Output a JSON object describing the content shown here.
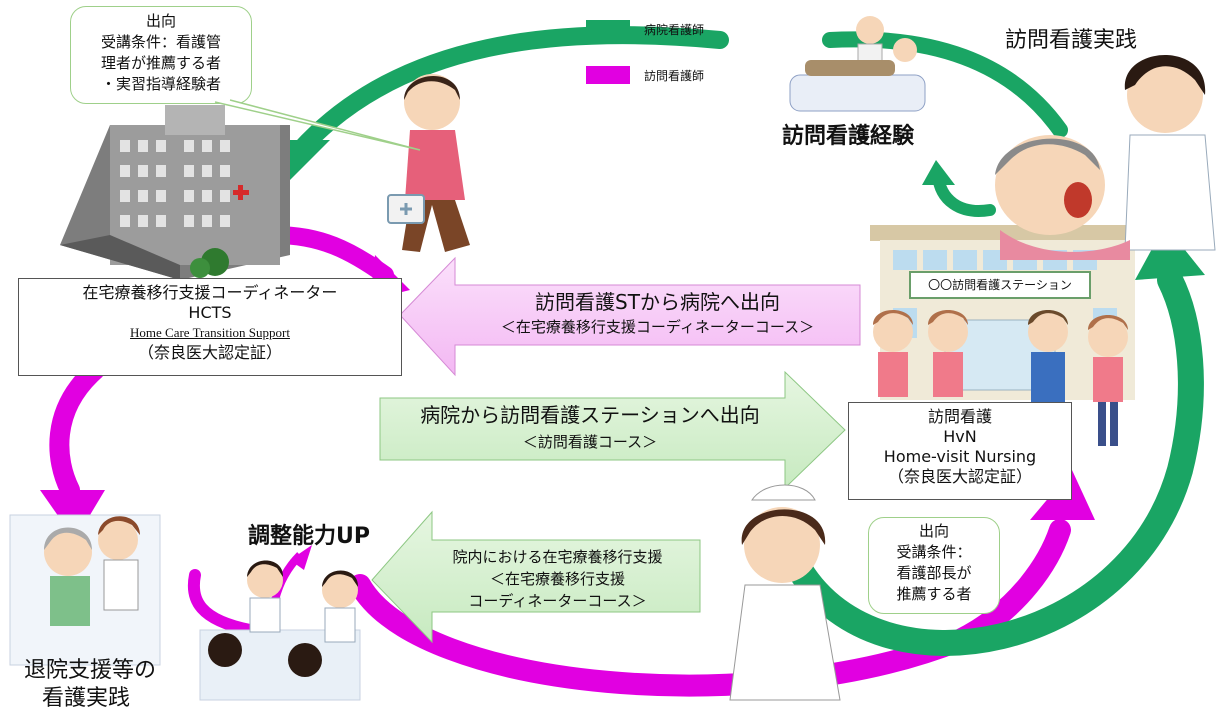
{
  "legend": {
    "hospital_nurse": {
      "label": "病院看護師",
      "color": "#1aa564"
    },
    "visiting_nurse": {
      "label": "訪問看護師",
      "color": "#e100e1"
    }
  },
  "top_bubble": {
    "line1": "出向",
    "line2": "受講条件：看護管",
    "line3": "理者が推薦する者",
    "line4": "・実習指導経験者"
  },
  "hcts_box": {
    "line1": "在宅療養移行支援コーディネーター",
    "line2": "HCTS",
    "line3": "Home Care Transition Support",
    "line4": "（奈良医大認定証）"
  },
  "hvn_box": {
    "line1": "訪問看護",
    "line2": "HvN",
    "line3": "Home-visit Nursing",
    "line4": "（奈良医大認定証）"
  },
  "pink_arrow": {
    "line1": "訪問看護STから病院へ出向",
    "line2": "＜在宅療養移行支援コーディネーターコース＞"
  },
  "green_arrow": {
    "line1": "病院から訪問看護ステーションへ出向",
    "line2": "＜訪問看護コース＞"
  },
  "lower_arrow": {
    "line1": "院内における在宅療養移行支援",
    "line2": "＜在宅療養移行支援",
    "line3": "コーディネーターコース＞"
  },
  "bottom_bubble": {
    "line1": "出向",
    "line2": "受講条件：",
    "line3": "看護部長が",
    "line4": "推薦する者"
  },
  "station_sign": "〇〇訪問看護ステーション",
  "labels": {
    "visit_practice": "訪問看護実践",
    "visit_experience": "訪問看護経験",
    "coordination_up": "調整能力UP",
    "discharge_line1": "退院支援等の",
    "discharge_line2": "看護実践"
  }
}
